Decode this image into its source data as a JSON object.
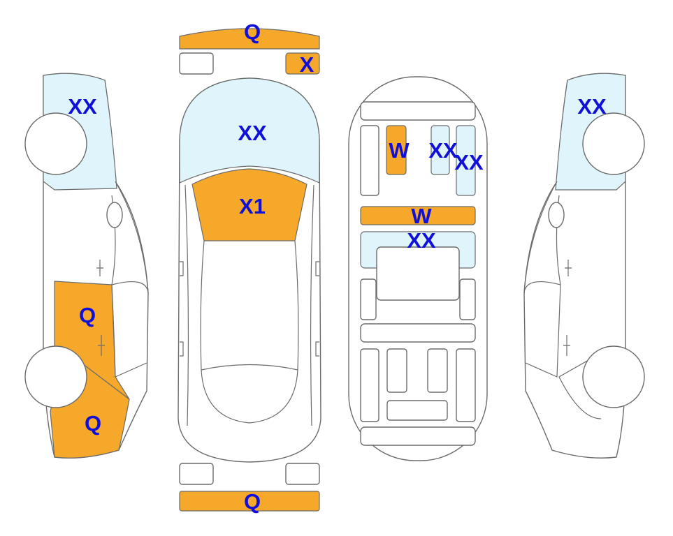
{
  "colors": {
    "damage": "#f5a82a",
    "glass": "#dff4fb",
    "outline": "#6b6b6b",
    "code": "#1010d8"
  },
  "labels": {
    "front_bumper": "Q",
    "front_right_light": "X",
    "hood_glass": "XX",
    "hood": "X1",
    "left_window": "XX",
    "left_rear_door": "Q",
    "left_rear_fender": "Q",
    "right_window": "XX",
    "seat_front": "W",
    "seat_glass_a": "XX",
    "seat_glass_b": "XX",
    "dash_bar": "W",
    "console_glass": "XX",
    "rear_bumper": "Q"
  }
}
